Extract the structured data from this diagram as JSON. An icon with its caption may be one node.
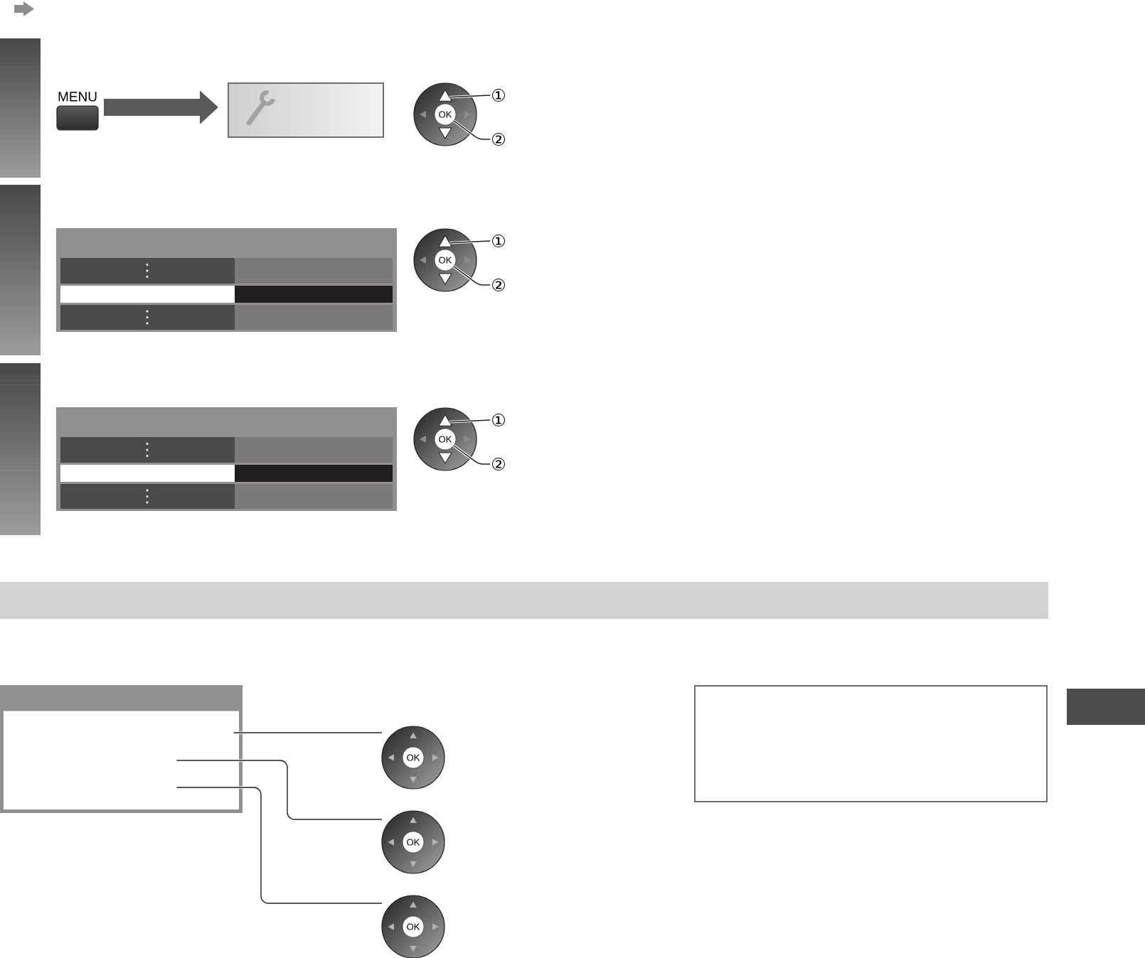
{
  "diagram": {
    "nodes": [
      {
        "text": [
          "MENU"
        ]
      },
      {
        "text": [],
        "shape": "picture"
      },
      {
        "text": [],
        "shape": "circle"
      },
      {
        "text": [
          "OK"
        ],
        "in": 2
      },
      {
        "text": [],
        "shape": "triangle",
        "in": 2
      },
      {
        "text": [
          "①"
        ]
      },
      {
        "text": [
          "②"
        ]
      },
      {
        "text": [],
        "shape": "circle"
      },
      {
        "text": [
          "OK"
        ],
        "in": 7
      },
      {
        "text": [],
        "shape": "triangle",
        "in": 7
      },
      {
        "text": [
          "①"
        ]
      },
      {
        "text": [
          "②"
        ]
      },
      {
        "text": [],
        "shape": "circle"
      },
      {
        "text": [
          "OK"
        ],
        "in": 12
      },
      {
        "text": [],
        "shape": "triangle",
        "in": 12
      },
      {
        "text": [
          "①"
        ]
      },
      {
        "text": [
          "②"
        ]
      },
      {
        "text": [],
        "shape": "bar"
      },
      {
        "text": [],
        "shape": "box"
      },
      {
        "text": [],
        "shape": "circle"
      },
      {
        "text": [
          "OK"
        ],
        "in": 19
      },
      {
        "text": [],
        "shape": "circle"
      },
      {
        "text": [
          "OK"
        ],
        "in": 21
      },
      {
        "text": [],
        "shape": "circle"
      },
      {
        "text": [
          "OK"
        ],
        "in": 23
      },
      {
        "text": [],
        "shape": "box"
      }
    ],
    "edges": [
      {
        "from": 0,
        "to": 1,
        "arrow": "to",
        "style": "thick",
        "color": "#5b595a"
      },
      {
        "from": 5,
        "to": 4,
        "arrow": "none"
      },
      {
        "from": 6,
        "to": 3,
        "arrow": "none"
      },
      {
        "from": 10,
        "to": 9,
        "arrow": "none"
      },
      {
        "from": 11,
        "to": 8,
        "arrow": "none"
      },
      {
        "from": 15,
        "to": 14,
        "arrow": "none"
      },
      {
        "from": 16,
        "to": 13,
        "arrow": "none"
      },
      {
        "from": 18,
        "to": 19,
        "arrow": "none"
      },
      {
        "from": 18,
        "to": 21,
        "arrow": "none"
      },
      {
        "from": 18,
        "to": 23,
        "arrow": "none"
      }
    ]
  }
}
